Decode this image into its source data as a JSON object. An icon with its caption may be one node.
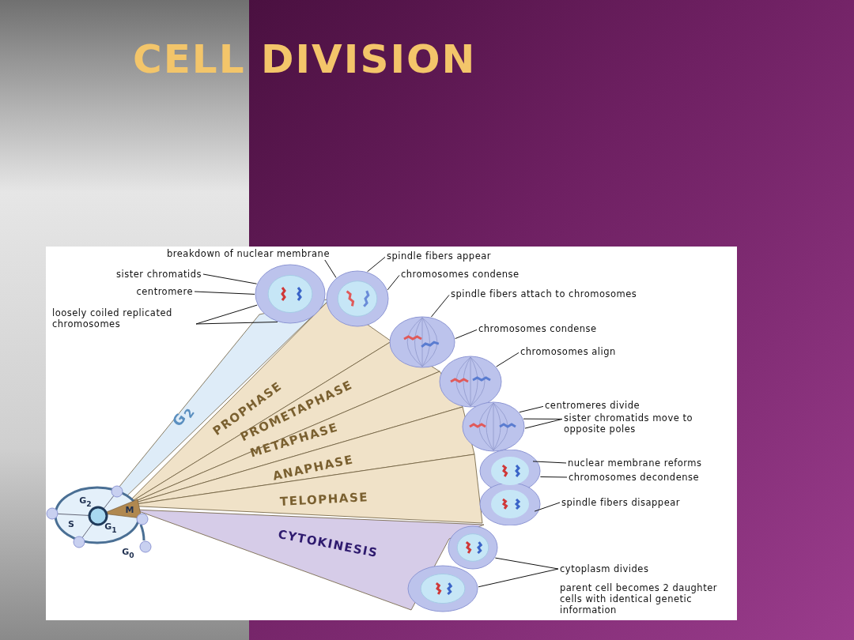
{
  "diagram": {
    "title": "CELL DIVISION",
    "nodes": [
      {
        "text": [
          "breakdown of nuclear membrane"
        ]
      },
      {
        "text": [
          "sister chromatids"
        ]
      },
      {
        "text": [
          "centromere"
        ]
      },
      {
        "text": [
          "loosely coiled replicated chromosomes"
        ]
      },
      {
        "text": [
          "spindle fibers appear"
        ]
      },
      {
        "text": [
          "chromosomes condense"
        ]
      },
      {
        "text": [
          "spindle fibers attach to chromosomes"
        ]
      },
      {
        "text": [
          "chromosomes condense"
        ]
      },
      {
        "text": [
          "chromosomes align"
        ]
      },
      {
        "text": [
          "centromeres divide"
        ]
      },
      {
        "text": [
          "sister chromatids move to opposite poles"
        ]
      },
      {
        "text": [
          "nuclear membrane reforms"
        ]
      },
      {
        "text": [
          "chromosomes decondense"
        ]
      },
      {
        "text": [
          "spindle fibers disappear"
        ]
      },
      {
        "text": [
          "cytoplasm divides"
        ]
      },
      {
        "text": [],
        "shape": "circle"
      },
      {
        "text": [],
        "shape": "circle"
      },
      {
        "text": [],
        "shape": "circle"
      },
      {
        "text": [],
        "shape": "circle"
      },
      {
        "text": [],
        "shape": "circle"
      },
      {
        "text": [],
        "shape": "circle"
      },
      {
        "text": [],
        "shape": "circle"
      },
      {
        "text": [],
        "shape": "circle"
      },
      {
        "text": [
          "G$_{2}$"
        ]
      },
      {
        "text": [
          "PROPHASE"
        ]
      },
      {
        "text": [
          "PROMETAPHASE"
        ]
      },
      {
        "text": [
          "METAPHASE"
        ]
      },
      {
        "text": [
          "ANAPHASE"
        ]
      },
      {
        "text": [
          "TELOPHASE"
        ]
      },
      {
        "text": [
          "CYTOKINESIS"
        ]
      },
      {
        "text": [
          "G$_{2}$",
          "S",
          "G$_{1}$",
          "M",
          "G$_{0}$"
        ]
      }
    ],
    "edges": [
      {
        "from": 0,
        "to": 16,
        "arrow": "none"
      },
      {
        "from": 1,
        "to": 15,
        "arrow": "none"
      },
      {
        "from": 2,
        "to": 15,
        "arrow": "none"
      },
      {
        "from": 3,
        "to": 15,
        "arrow": "none"
      },
      {
        "from": 3,
        "to": 15,
        "arrow": "none"
      },
      {
        "from": 4,
        "to": 16,
        "arrow": "none"
      },
      {
        "from": 5,
        "to": 16,
        "arrow": "none"
      },
      {
        "from": 6,
        "to": 17,
        "arrow": "none"
      },
      {
        "from": 7,
        "to": 17,
        "arrow": "none"
      },
      {
        "from": 8,
        "to": 18,
        "arrow": "none"
      },
      {
        "from": 9,
        "to": 19,
        "arrow": "none"
      },
      {
        "from": 10,
        "to": 19,
        "arrow": "none"
      },
      {
        "from": 10,
        "to": 19,
        "arrow": "none"
      },
      {
        "from": 11,
        "to": 20,
        "arrow": "none"
      },
      {
        "from": 12,
        "to": 20,
        "arrow": "none"
      },
      {
        "from": 13,
        "to": 20,
        "arrow": "none"
      },
      {
        "from": 14,
        "to": 21,
        "arrow": "none"
      },
      {
        "from": 14,
        "to": 22,
        "arrow": "none"
      }
    ],
    "labels": [
      "parent cell becomes 2 daughter cells with identical genetic information"
    ]
  }
}
